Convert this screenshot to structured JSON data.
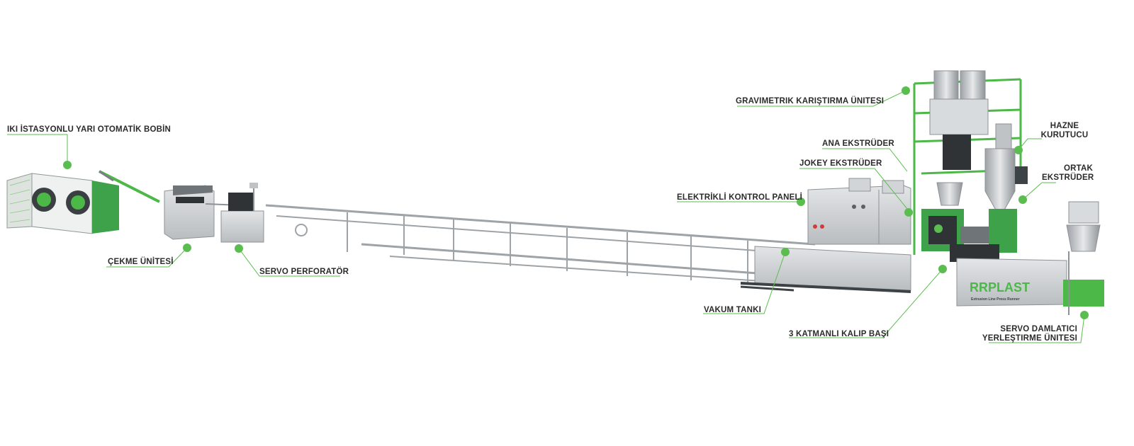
{
  "brand": {
    "logo_text": "RRPLAST",
    "tagline": "Extrusion Line Press Runner",
    "colors": {
      "green": "#4cb847",
      "dot": "#5bbd4f",
      "metal": "#c8cbcd",
      "frame": "#9a9fa3",
      "dark": "#3d4246"
    }
  },
  "labels": {
    "bobin": "IKI İSTASYONLU YARI OTOMATİK BOBİN",
    "cekme": "ÇEKME ÜNİTESİ",
    "servo_perforator": "SERVO PERFORATÖR",
    "gravimetrik": "GRAVIMETRIK KARIŞTIRMA ÜNITESI",
    "ana_ekstruder": "ANA EKSTRÜDER",
    "jokey_ekstruder": "JOKEY EKSTRÜDER",
    "elektrikli_panel": "ELEKTRİKLİ KONTROL PANELİ",
    "hazne_line1": "HAZNE",
    "hazne_line2": "KURUTUCU",
    "ortak_line1": "ORTAK",
    "ortak_line2": "EKSTRÜDER",
    "vakum_tanki": "VAKUM TANKI",
    "kalip_basi": "3 KATMANLI KALIP BAŞI",
    "damlatici_line1": "SERVO DAMLATICI",
    "damlatici_line2": "YERLEŞTIRME ÜNITESI"
  }
}
